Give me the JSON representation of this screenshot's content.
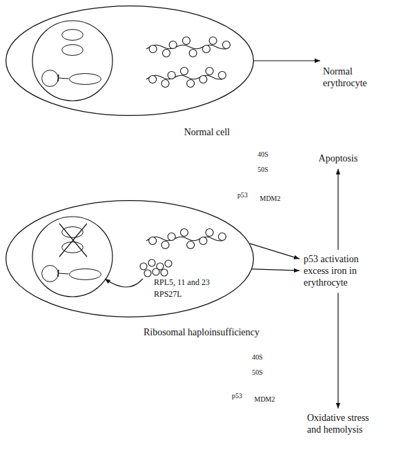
{
  "diagram": {
    "nodes": [
      {
        "text": [
          "Normal cell"
        ]
      },
      {
        "text": [
          "40S"
        ],
        "in": 0
      },
      {
        "text": [
          "50S"
        ],
        "in": 0
      },
      {
        "text": [
          "p53"
        ],
        "in": 0
      },
      {
        "text": [
          "MDM2"
        ],
        "in": 0
      },
      {
        "text": [
          "Normal erythrocyte"
        ]
      },
      {
        "text": [
          "Ribosomal haploinsufficiency"
        ]
      },
      {
        "text": [
          "40S"
        ],
        "in": 6
      },
      {
        "text": [
          "50S"
        ],
        "in": 6
      },
      {
        "text": [
          "p53"
        ],
        "in": 6
      },
      {
        "text": [
          "MDM2"
        ],
        "in": 6
      },
      {
        "text": [
          "p53 activation excess iron in erythrocyte"
        ]
      },
      {
        "text": [
          "Apoptosis"
        ]
      },
      {
        "text": [
          "Oxidative stress and hemolysis"
        ]
      }
    ],
    "edges": [
      {
        "from": 4,
        "to": 3,
        "arrow": "to"
      },
      {
        "from": 0,
        "to": 5,
        "arrow": "to"
      },
      {
        "from": 10,
        "to": 9,
        "arrow": "to"
      },
      {
        "from": 6,
        "to": 11,
        "arrow": "to"
      },
      {
        "from": 6,
        "to": 11,
        "arrow": "to"
      },
      {
        "from": 11,
        "to": 12,
        "arrow": "to"
      },
      {
        "from": 11,
        "to": 13,
        "arrow": "to"
      }
    ],
    "labels": [
      "RPL5, 11 and 23",
      "RPS27L"
    ]
  }
}
